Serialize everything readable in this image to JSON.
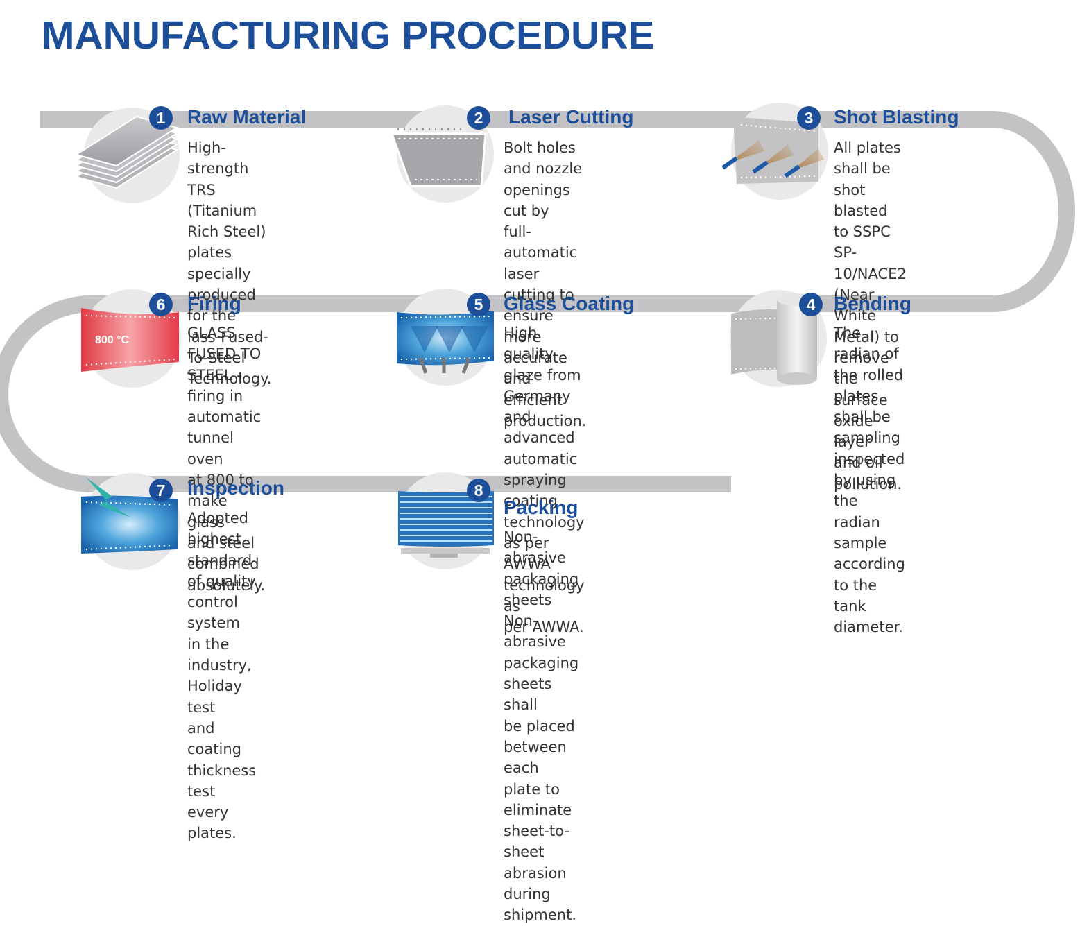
{
  "title": "MANUFACTURING PROCEDURE",
  "colors": {
    "primary": "#1d4e99",
    "track": "#c3c3c6",
    "text": "#333333"
  },
  "steps": [
    {
      "number": "1",
      "title": "Raw Material",
      "icon": "stacked-plates-icon",
      "description": "High-strength TRS\n(Titanium Rich Steel)\nplates specially\nproduced for the\nlass-Fused-To-Steel\nTechnology."
    },
    {
      "number": "2",
      "title": "Laser Cutting",
      "icon": "laser-cut-plate-icon",
      "description": "Bolt holes and nozzle\nopenings cut by\nfull-automatic laser\ncutting to ensure more\naccurate and efficient\nproduction."
    },
    {
      "number": "3",
      "title": "Shot Blasting",
      "icon": "shot-blasting-icon",
      "description": "All plates shall be shot\nblasted to SSPC\nSP-10/NACE2 (Near\nWhite Metal) to remove\nthe surface oxide layer\nand oil pollution."
    },
    {
      "number": "4",
      "title": "Bending",
      "icon": "rolled-plate-icon",
      "description": "The radian of the rolled\nplates shall be sampling\ninspected by using the\nradian sample\naccording to the tank\ndiameter."
    },
    {
      "number": "5",
      "title": "Glass Coating",
      "icon": "glass-coating-spray-icon",
      "description": "High quality glaze from\nGermany and\nadvanced automatic\nspraying coating\ntechnology as per\nAWWA technology as\nper AWWA."
    },
    {
      "number": "6",
      "title": "Firing",
      "icon": "firing-plate-icon",
      "badge": "800 °C",
      "description": "GLASS FUSED TO\nSTEEL - firing in\nautomatic tunnel oven\nat 800 to make glass\nand steel combined\nabsolutely."
    },
    {
      "number": "7",
      "title": "Inspection",
      "icon": "inspection-spark-icon",
      "description": "Adopted highest\nstandard of quality\ncontrol system in the\nindustry, Holiday test\nand coating thickness\ntest every plates."
    },
    {
      "number": "8",
      "title": "Packing",
      "icon": "packed-plates-icon",
      "description": "Non-abrasive\npackaging sheets\nNon-abrasive\npackaging sheets shall\nbe placed between\neach plate to eliminate\nsheet-to-sheet abrasion\nduring shipment."
    }
  ]
}
